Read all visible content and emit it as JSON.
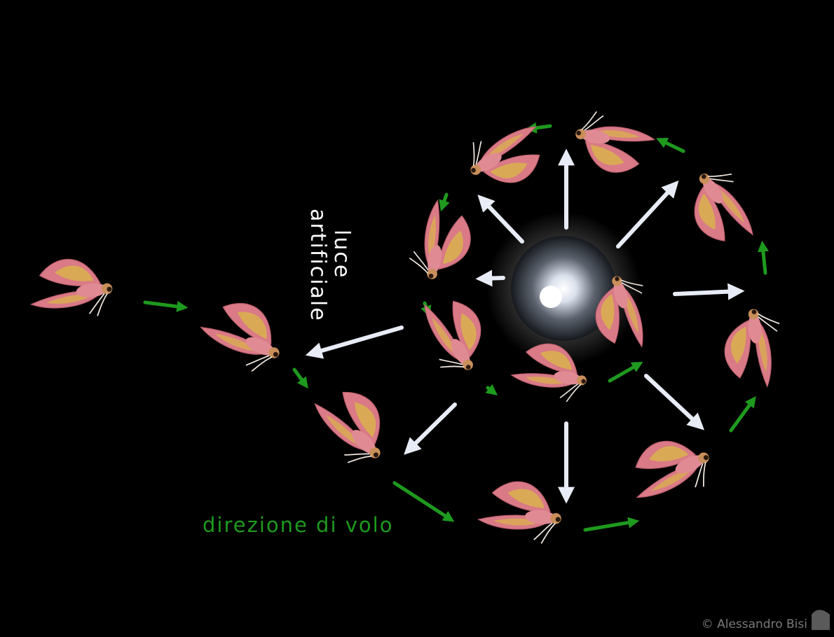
{
  "labels": {
    "light_line1": "luce",
    "light_line2": "artificiale",
    "flight_direction": "direzione di volo"
  },
  "credit": "© Alessandro Bisi",
  "colors": {
    "background": "#000000",
    "light_arrow": "#e8ecf6",
    "flight_arrow": "#1e9a1e",
    "moth_pink": "#d97a86",
    "moth_yellow": "#d9b24e"
  },
  "icons": [
    "moth-icon",
    "light-bulb-icon",
    "bird-logo-icon"
  ]
}
